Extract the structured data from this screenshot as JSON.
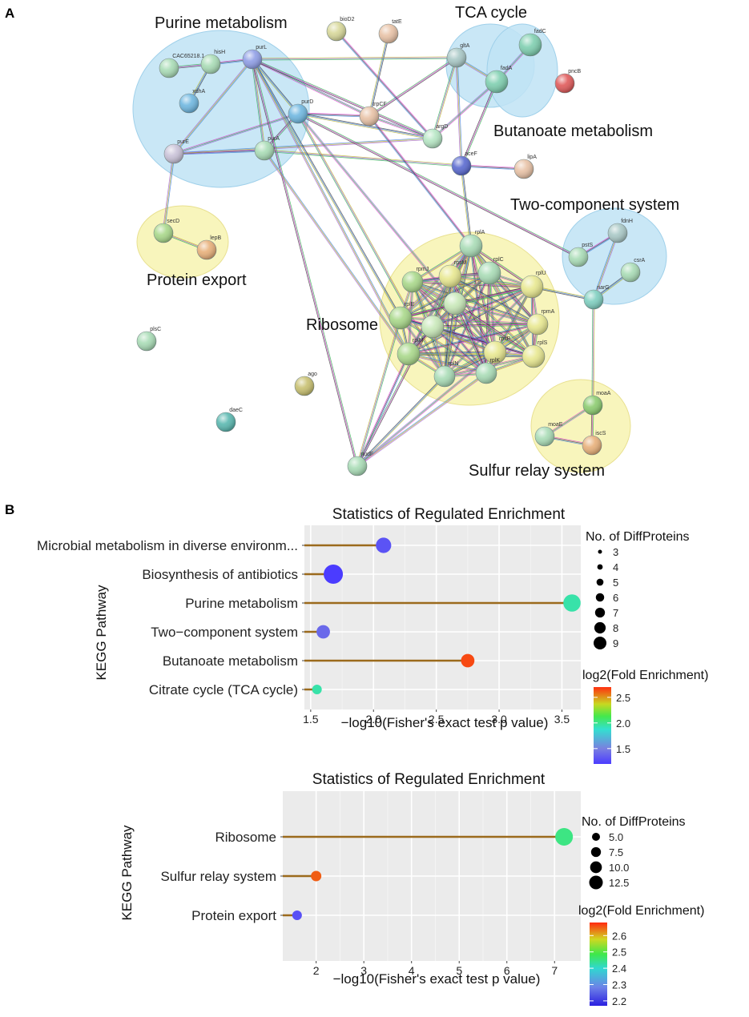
{
  "figure": {
    "panel_a_letter": "A",
    "panel_b_letter": "B"
  },
  "network": {
    "clusters": [
      {
        "label": "Purine metabolism",
        "color": "#bfe3f4"
      },
      {
        "label": "TCA cycle",
        "color": "#bfe3f4"
      },
      {
        "label": "Butanoate metabolism",
        "color": "#bfe3f4"
      },
      {
        "label": "Two-component system",
        "color": "#bfe3f4"
      },
      {
        "label": "Protein export",
        "color": "#f7f3b0"
      },
      {
        "label": "Ribosome",
        "color": "#f7f3b0"
      },
      {
        "label": "Sulfur relay system",
        "color": "#f7f3b0"
      }
    ],
    "nodes": [
      {
        "id": "CAC65218.1",
        "color": "#a9dcb6"
      },
      {
        "id": "hisH",
        "color": "#a9dcb6"
      },
      {
        "id": "purL",
        "color": "#8f9ee6"
      },
      {
        "id": "xdhA",
        "color": "#6fb7e0"
      },
      {
        "id": "purD",
        "color": "#6fb7e0"
      },
      {
        "id": "purE",
        "color": "#c9c2d8"
      },
      {
        "id": "purA",
        "color": "#a9dcb6"
      },
      {
        "id": "bioD2",
        "color": "#d8d89a"
      },
      {
        "id": "tatE",
        "color": "#e8c2a6"
      },
      {
        "id": "trpCF",
        "color": "#e8c2a6"
      },
      {
        "id": "gltA",
        "color": "#a9c8c6"
      },
      {
        "id": "fadC",
        "color": "#7fcfb0"
      },
      {
        "id": "fadA",
        "color": "#7fcfb0"
      },
      {
        "id": "pncB",
        "color": "#e05a5a"
      },
      {
        "id": "argD",
        "color": "#b6e6c4"
      },
      {
        "id": "aceF",
        "color": "#5a6ad0"
      },
      {
        "id": "lipA",
        "color": "#e8c2a6"
      },
      {
        "id": "secD",
        "color": "#a9d88a"
      },
      {
        "id": "lepB",
        "color": "#e8b07a"
      },
      {
        "id": "plsC",
        "color": "#a9dcb6"
      },
      {
        "id": "ago",
        "color": "#c8c070"
      },
      {
        "id": "daeC",
        "color": "#5ab8b0"
      },
      {
        "id": "rplA",
        "color": "#a9dcb6"
      },
      {
        "id": "rpmJ",
        "color": "#a9d88a"
      },
      {
        "id": "rplC",
        "color": "#a9dcb6"
      },
      {
        "id": "rplU",
        "color": "#e8e890"
      },
      {
        "id": "rpsM",
        "color": "#e8e890"
      },
      {
        "id": "rpmA",
        "color": "#e8e890"
      },
      {
        "id": "rplE",
        "color": "#a9d88a"
      },
      {
        "id": "rplS",
        "color": "#e8e890"
      },
      {
        "id": "rplM",
        "color": "#a9d88a"
      },
      {
        "id": "rpsP",
        "color": "#e8e890"
      },
      {
        "id": "rplK",
        "color": "#a9dcb6"
      },
      {
        "id": "rplN",
        "color": "#a9dcb6"
      },
      {
        "id": "nudF",
        "color": "#a9dcb6"
      },
      {
        "id": "fdnH",
        "color": "#a9c8c6"
      },
      {
        "id": "pstS",
        "color": "#a9dcb6"
      },
      {
        "id": "csrA",
        "color": "#a9dcb6"
      },
      {
        "id": "narG",
        "color": "#7fcfc0"
      },
      {
        "id": "moaA",
        "color": "#8ccc70"
      },
      {
        "id": "moaE",
        "color": "#a9dcb6"
      },
      {
        "id": "iscS",
        "color": "#e8b07a"
      }
    ]
  },
  "chart_data": [
    {
      "type": "scatter",
      "title": "Statistics of Regulated Enrichment",
      "xlabel": "−log10(Fisher's exact test p value)",
      "ylabel": "KEGG Pathway",
      "xlim": [
        1.45,
        3.65
      ],
      "xticks": [
        "1.5",
        "2.0",
        "2.5",
        "3.0",
        "3.5"
      ],
      "categories": [
        "Microbial metabolism in diverse environm...",
        "Biosynthesis of antibiotics",
        "Purine metabolism",
        "Two−component system",
        "Butanoate metabolism",
        "Citrate cycle (TCA cycle)"
      ],
      "x": [
        2.08,
        1.68,
        3.58,
        1.6,
        2.75,
        1.55
      ],
      "size": [
        6,
        8,
        7,
        5,
        5,
        3
      ],
      "color_value": [
        1.3,
        1.15,
        1.95,
        1.4,
        2.65,
        1.95
      ],
      "grid": true,
      "legend": {
        "size_title": "No. of DiffProteins",
        "size_values": [
          3,
          4,
          5,
          6,
          7,
          8,
          9
        ],
        "color_title": "log2(Fold Enrichment)",
        "color_ticks": [
          "2.5",
          "2.0",
          "1.5"
        ],
        "color_range": [
          1.2,
          2.7
        ]
      }
    },
    {
      "type": "scatter",
      "title": "Statistics of Regulated Enrichment",
      "xlabel": "−log10(Fisher's exact test p value)",
      "ylabel": "KEGG Pathway",
      "xlim": [
        1.3,
        7.55
      ],
      "xticks": [
        "2",
        "3",
        "4",
        "5",
        "6",
        "7"
      ],
      "categories": [
        "Ribosome",
        "Sulfur relay system",
        "Protein export"
      ],
      "x": [
        7.2,
        2.0,
        1.6
      ],
      "size": [
        14,
        5,
        4
      ],
      "color_value": [
        2.45,
        2.65,
        2.2
      ],
      "grid": true,
      "legend": {
        "size_title": "No. of DiffProteins",
        "size_values": [
          "5.0",
          "7.5",
          "10.0",
          "12.5"
        ],
        "color_title": "log2(Fold Enrichment)",
        "color_ticks": [
          "2.6",
          "2.5",
          "2.4",
          "2.3",
          "2.2"
        ],
        "color_range": [
          2.17,
          2.68
        ]
      }
    }
  ]
}
